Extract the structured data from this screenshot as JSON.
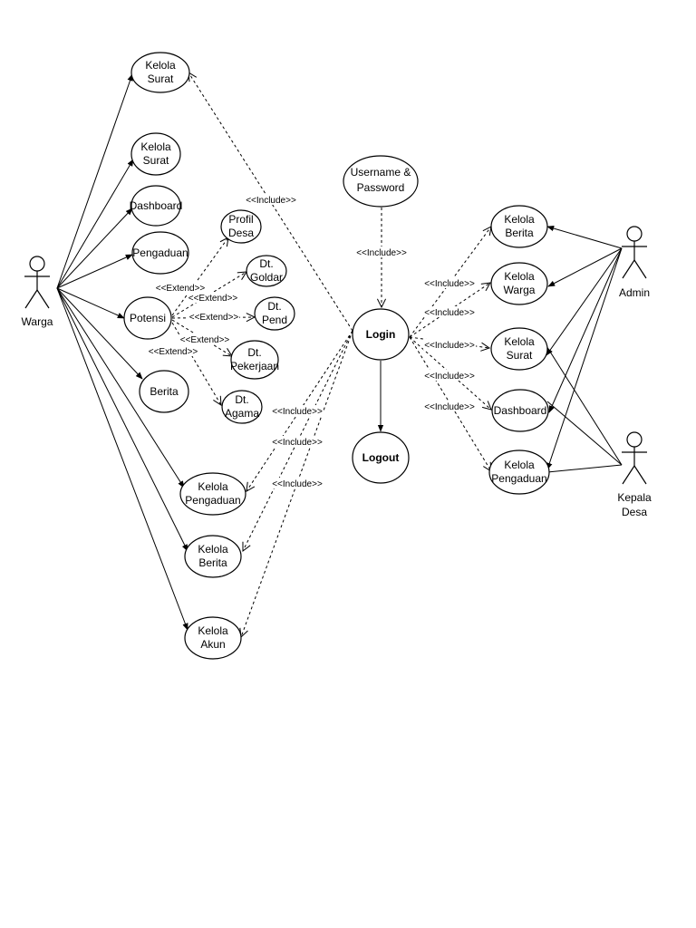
{
  "diagram": {
    "actors": {
      "warga": "Warga",
      "admin": "Admin",
      "kepala": [
        "Kepala",
        "Desa"
      ]
    },
    "use_cases": {
      "kelola_surat_top": [
        "Kelola",
        "Surat"
      ],
      "kelola_surat_warga": [
        "Kelola",
        "Surat"
      ],
      "dashboard_warga": [
        "Dashboard"
      ],
      "pengaduan_warga": [
        "Pengaduan"
      ],
      "potensi": [
        "Potensi"
      ],
      "berita_warga": [
        "Berita"
      ],
      "profil_desa": [
        "Profil",
        "Desa"
      ],
      "dt_goldar": [
        "Dt.",
        "Goldar"
      ],
      "dt_pend": [
        "Dt.",
        "Pend"
      ],
      "dt_pekerjaan": [
        "Dt.",
        "Pekerjaan"
      ],
      "dt_agama": [
        "Dt.",
        "Agama"
      ],
      "kelola_pengaduan_left": [
        "Kelola",
        "Pengaduan"
      ],
      "kelola_berita_left": [
        "Kelola",
        "Berita"
      ],
      "kelola_akun": [
        "Kelola",
        "Akun"
      ],
      "username_password": [
        "Username &",
        "Password"
      ],
      "login": [
        "Login"
      ],
      "logout": [
        "Logout"
      ],
      "kelola_berita_right": [
        "Kelola",
        "Berita"
      ],
      "kelola_warga": [
        "Kelola",
        "Warga"
      ],
      "kelola_surat_right": [
        "Kelola",
        "Surat"
      ],
      "dashboard_right": [
        "Dashboard"
      ],
      "kelola_pengaduan_right": [
        "Kelola",
        "Pengaduan"
      ]
    },
    "labels": {
      "include": "<<Include>>",
      "extend": "<<Extend>>"
    }
  }
}
